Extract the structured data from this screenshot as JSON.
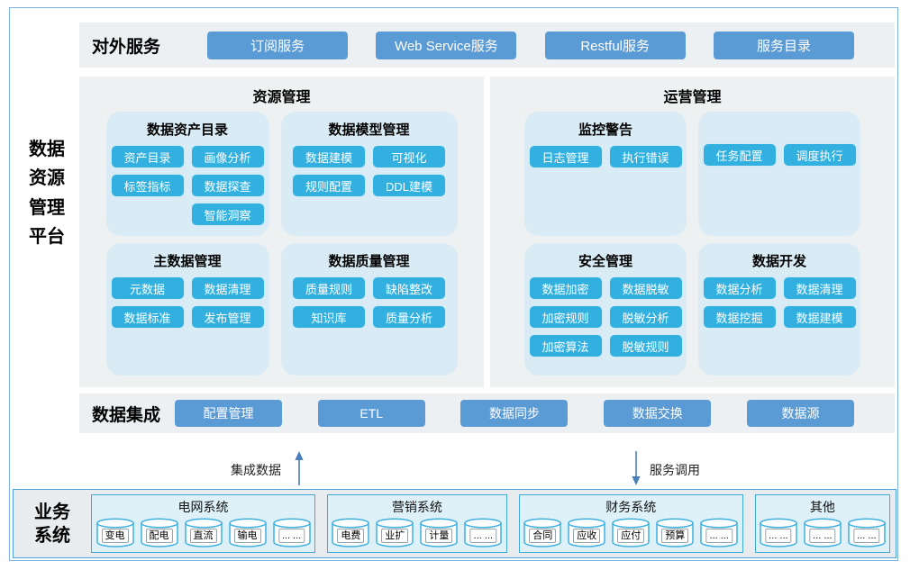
{
  "platform": {
    "title_lines": [
      "数据",
      "资源",
      "管理",
      "平台"
    ]
  },
  "external_services": {
    "label": "对外服务",
    "buttons": [
      "订阅服务",
      "Web Service服务",
      "Restful服务",
      "服务目录"
    ]
  },
  "panels": [
    {
      "id": "resource",
      "title": "资源管理",
      "groups": [
        {
          "title": "数据资产目录",
          "rows": [
            [
              "资产目录",
              "画像分析"
            ],
            [
              "标签指标",
              "数据探查"
            ],
            [
              "",
              "智能洞察"
            ]
          ]
        },
        {
          "title": "数据模型管理",
          "rows": [
            [
              "数据建模",
              "可视化"
            ],
            [
              "规则配置",
              "DDL建模"
            ]
          ]
        },
        {
          "title": "主数据管理",
          "rows": [
            [
              "元数据",
              "数据清理"
            ],
            [
              "数据标准",
              "发布管理"
            ]
          ]
        },
        {
          "title": "数据质量管理",
          "rows": [
            [
              "质量规则",
              "缺陷整改"
            ],
            [
              "知识库",
              "质量分析"
            ]
          ]
        }
      ]
    },
    {
      "id": "operation",
      "title": "运营管理",
      "groups": [
        {
          "title": "监控警告",
          "rows": [
            [
              "日志管理",
              "执行错误"
            ]
          ]
        },
        {
          "title": "",
          "rows": [
            [
              "任务配置",
              "调度执行"
            ]
          ]
        },
        {
          "title": "安全管理",
          "rows": [
            [
              "数据加密",
              "数据脱敏"
            ],
            [
              "加密规则",
              "脱敏分析"
            ],
            [
              "加密算法",
              "脱敏规则"
            ]
          ]
        },
        {
          "title": "数据开发",
          "rows": [
            [
              "数据分析",
              "数据清理"
            ],
            [
              "数据挖掘",
              "数据建模"
            ]
          ]
        }
      ]
    }
  ],
  "data_integration": {
    "label": "数据集成",
    "buttons": [
      "配置管理",
      "ETL",
      "数据同步",
      "数据交换",
      "数据源"
    ]
  },
  "flows": {
    "up_label": "集成数据",
    "down_label": "服务调用"
  },
  "business_systems": {
    "label_lines": [
      "业务",
      "系统"
    ],
    "systems": [
      {
        "title": "电网系统",
        "databases": [
          "变电",
          "配电",
          "直流",
          "输电",
          "... ..."
        ]
      },
      {
        "title": "营销系统",
        "databases": [
          "电费",
          "业扩",
          "计量",
          "... ..."
        ]
      },
      {
        "title": "财务系统",
        "databases": [
          "合同",
          "应收",
          "应付",
          "预算",
          "... ..."
        ]
      },
      {
        "title": "其他",
        "databases": [
          "... ...",
          "... ...",
          "... ..."
        ]
      }
    ]
  },
  "colors": {
    "primary_button": "#5b9bd5",
    "module_button": "#32b1e0",
    "group_block_bg": "#d9ecf5",
    "panel_bg": "#eef1f2",
    "bar_bg": "#edf0f2",
    "diagram_border": "#7fb2e0",
    "system_box_bg": "#def0f8",
    "system_box_border": "#41a8dc",
    "database_stroke": "#3fb0e0",
    "arrow": "#4a7ebb"
  }
}
